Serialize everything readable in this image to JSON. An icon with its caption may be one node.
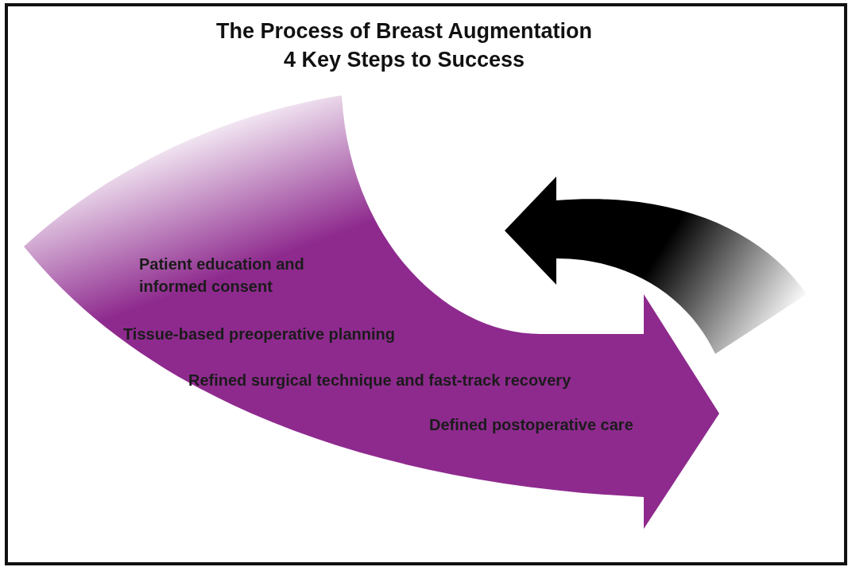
{
  "diagram": {
    "title": "The Process of Breast Augmentation",
    "nodes": [
      {
        "text": [
          "Patient education and informed consent",
          "Tissue-based preoperative planning",
          "Refined surgical technique and fast-track recovery",
          "Defined postoperative care"
        ]
      }
    ],
    "labels": [
      "4 Key Steps to Success"
    ]
  }
}
